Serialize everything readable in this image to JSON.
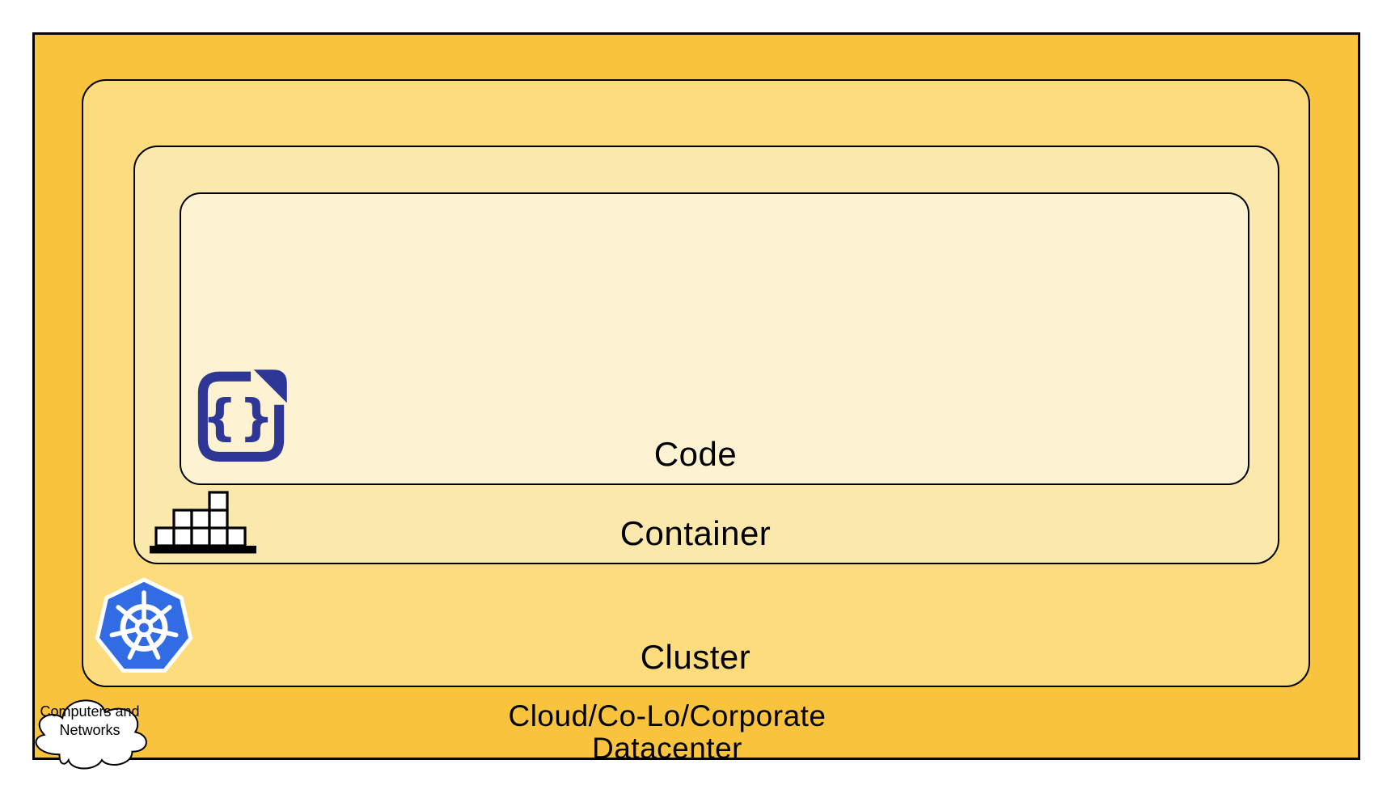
{
  "diagram": {
    "type": "nested-rings",
    "rings": [
      {
        "id": "code",
        "label": "Code",
        "fill": "#FDF3D3"
      },
      {
        "id": "container",
        "label": "Container",
        "fill": "#FBE8AC"
      },
      {
        "id": "cluster",
        "label": "Cluster",
        "fill": "#FDDC7E"
      },
      {
        "id": "datacenter",
        "label_line1": "Cloud/Co-Lo/Corporate",
        "label_line2": "Datacenter",
        "fill": "#F9C33E"
      }
    ],
    "cloud_callout": {
      "line1": "Computers and",
      "line2": "Networks",
      "fill": "#FFFFFF"
    },
    "icons": [
      {
        "name": "code-file-icon",
        "glyph": "{}",
        "color": "#2E3796"
      },
      {
        "name": "container-blocks-icon",
        "block_fill": "#FFFFFF",
        "outline": "#000000"
      },
      {
        "name": "kubernetes-icon",
        "color": "#326CE5",
        "wheel": "#FFFFFF"
      },
      {
        "name": "cloud-icon",
        "outline": "#000000"
      }
    ],
    "colors": {
      "border": "#000000",
      "page_background": "#FFFFFF"
    }
  }
}
